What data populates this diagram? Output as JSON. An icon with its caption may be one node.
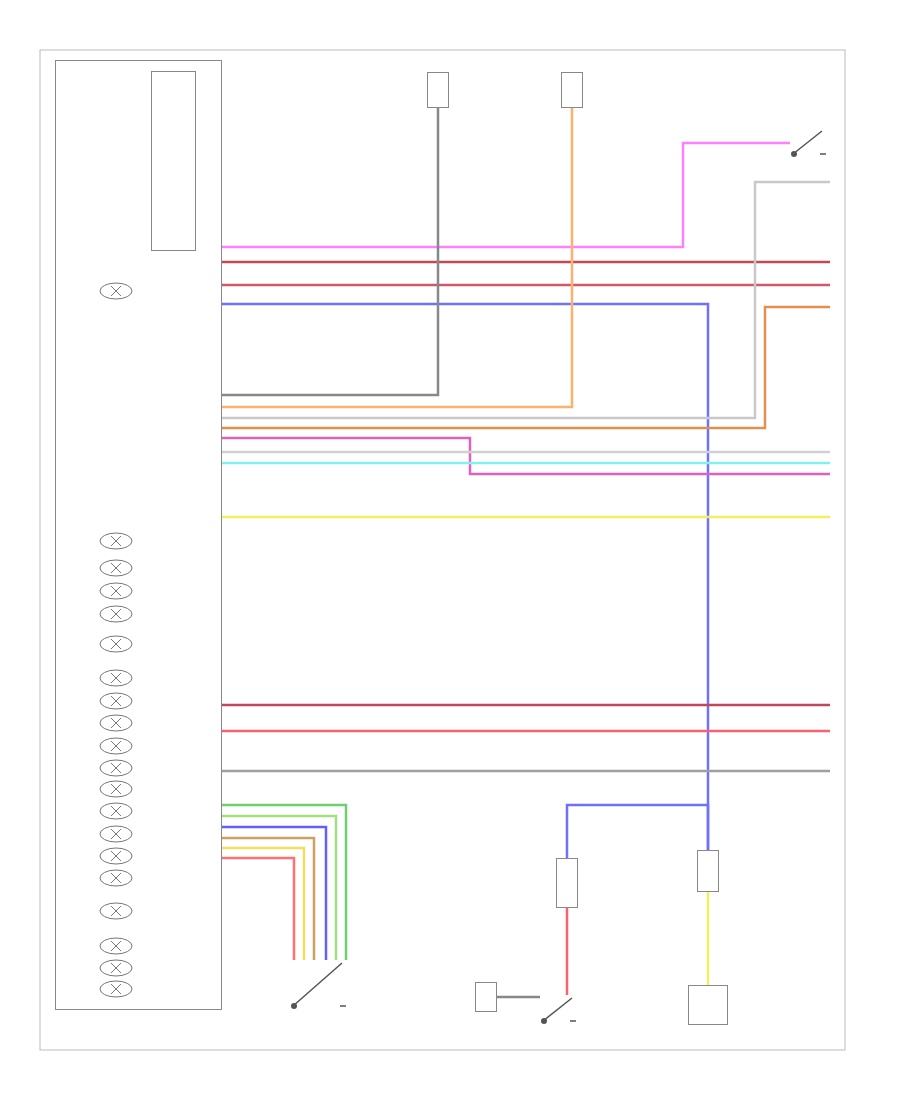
{
  "diagram": {
    "nodes": [
      {
        "text": [],
        "shape": "box"
      },
      {
        "text": [],
        "shape": "box",
        "in": 0
      },
      {
        "text": [],
        "shape": "circle",
        "in": 0
      },
      {
        "text": [],
        "shape": "circle",
        "in": 0
      },
      {
        "text": [],
        "shape": "circle",
        "in": 0
      },
      {
        "text": [],
        "shape": "circle",
        "in": 0
      },
      {
        "text": [],
        "shape": "circle",
        "in": 0
      },
      {
        "text": [],
        "shape": "circle",
        "in": 0
      },
      {
        "text": [],
        "shape": "circle",
        "in": 0
      },
      {
        "text": [],
        "shape": "circle",
        "in": 0
      },
      {
        "text": [],
        "shape": "circle",
        "in": 0
      },
      {
        "text": [],
        "shape": "circle",
        "in": 0
      },
      {
        "text": [],
        "shape": "circle",
        "in": 0
      },
      {
        "text": [],
        "shape": "circle",
        "in": 0
      },
      {
        "text": [],
        "shape": "circle",
        "in": 0
      },
      {
        "text": [],
        "shape": "circle",
        "in": 0
      },
      {
        "text": [],
        "shape": "circle",
        "in": 0
      },
      {
        "text": [],
        "shape": "circle",
        "in": 0
      },
      {
        "text": [],
        "shape": "circle",
        "in": 0
      },
      {
        "text": [],
        "shape": "circle",
        "in": 0
      },
      {
        "text": [],
        "shape": "circle",
        "in": 0
      },
      {
        "text": [],
        "shape": "circle",
        "in": 0
      },
      {
        "text": [],
        "shape": "box"
      },
      {
        "text": [],
        "shape": "box"
      },
      {
        "text": [],
        "shape": "switch"
      },
      {
        "text": [],
        "shape": "box"
      },
      {
        "text": [],
        "shape": "box"
      },
      {
        "text": [],
        "shape": "switch"
      },
      {
        "text": [],
        "shape": "box"
      },
      {
        "text": [],
        "shape": "switch"
      },
      {
        "text": [],
        "shape": "box"
      }
    ],
    "edges": [
      {
        "from": 0,
        "to": 24,
        "arrow": "none",
        "color": "#ff80ff"
      },
      {
        "from": 0,
        "to": null,
        "arrow": "none",
        "color": "#c04858"
      },
      {
        "from": 0,
        "to": null,
        "arrow": "none",
        "color": "#d05868"
      },
      {
        "from": 0,
        "to": 26,
        "arrow": "none",
        "color": "#7070ff"
      },
      {
        "from": 26,
        "to": 25,
        "arrow": "none",
        "color": "#7070ff"
      },
      {
        "from": 0,
        "to": 22,
        "arrow": "none",
        "color": "#888888"
      },
      {
        "from": 0,
        "to": 23,
        "arrow": "none",
        "color": "#ffb070"
      },
      {
        "from": 0,
        "to": null,
        "arrow": "none",
        "color": "#c8c8c8"
      },
      {
        "from": 0,
        "to": null,
        "arrow": "none",
        "color": "#e09050"
      },
      {
        "from": 0,
        "to": null,
        "arrow": "none",
        "color": "#e060c0"
      },
      {
        "from": 0,
        "to": null,
        "arrow": "none",
        "color": "#d0d0d0"
      },
      {
        "from": 0,
        "to": null,
        "arrow": "none",
        "color": "#80f0f0"
      },
      {
        "from": 0,
        "to": null,
        "arrow": "none",
        "color": "#f0f060"
      },
      {
        "from": 0,
        "to": null,
        "arrow": "none",
        "color": "#c04858"
      },
      {
        "from": 0,
        "to": null,
        "arrow": "none",
        "color": "#ff6070"
      },
      {
        "from": 0,
        "to": null,
        "arrow": "none",
        "color": "#a0a0a0"
      },
      {
        "from": 0,
        "to": 27,
        "arrow": "none",
        "color": "#70d070"
      },
      {
        "from": 0,
        "to": 27,
        "arrow": "none",
        "color": "#a0e080"
      },
      {
        "from": 0,
        "to": 27,
        "arrow": "none",
        "color": "#6060ff"
      },
      {
        "from": 0,
        "to": 27,
        "arrow": "none",
        "color": "#d0a060"
      },
      {
        "from": 0,
        "to": 27,
        "arrow": "none",
        "color": "#f0e060"
      },
      {
        "from": 0,
        "to": 27,
        "arrow": "none",
        "color": "#ff7070"
      },
      {
        "from": 25,
        "to": 29,
        "arrow": "none",
        "color": "#ff6070"
      },
      {
        "from": 26,
        "to": 30,
        "arrow": "none",
        "color": "#f0f060"
      },
      {
        "from": 28,
        "to": 29,
        "arrow": "none",
        "color": "#888888"
      }
    ]
  }
}
